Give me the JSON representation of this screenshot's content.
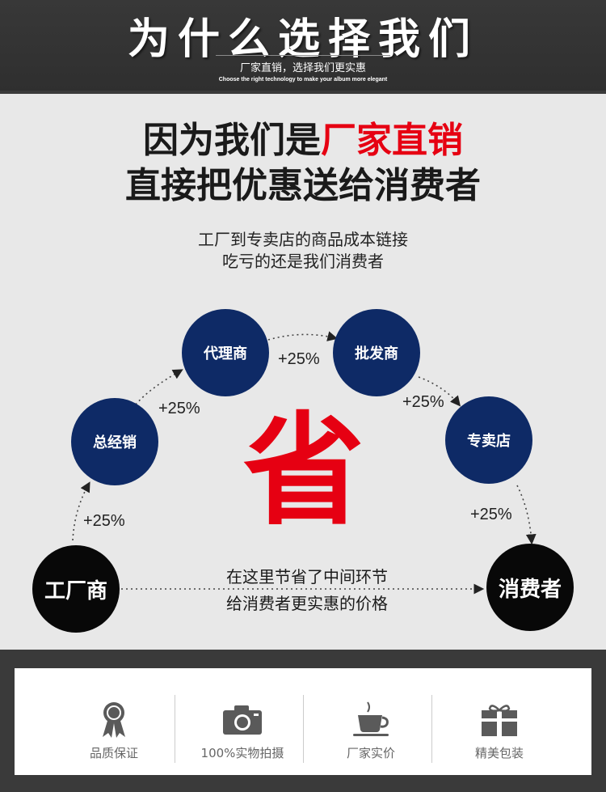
{
  "header": {
    "title": "为什么选择我们",
    "subtitle": "厂家直销，选择我们更实惠",
    "tagline_en": "Choose the right technology to make your album more elegant"
  },
  "headline": {
    "line1_prefix": "因为我们是",
    "line1_highlight": "厂家直销",
    "line2": "直接把优惠送给消费者"
  },
  "intro": {
    "line1": "工厂到专卖店的商品成本链接",
    "line2": "吃亏的还是我们消费者"
  },
  "chain": {
    "factory": "工厂商",
    "distributor": "总经销",
    "agent": "代理商",
    "wholesaler": "批发商",
    "store": "专卖店",
    "consumer": "消费者",
    "markups": [
      "+25%",
      "+25%",
      "+25%",
      "+25%",
      "+25%"
    ]
  },
  "save_char": "省",
  "middle_note": {
    "line1": "在这里节省了中间环节",
    "line2": "给消费者更实惠的价格"
  },
  "features": [
    {
      "label": "品质保证",
      "icon": "award-ribbon-icon"
    },
    {
      "label": "100%实物拍摄",
      "icon": "camera-icon"
    },
    {
      "label": "厂家实价",
      "icon": "coffee-cup-icon"
    },
    {
      "label": "精美包装",
      "icon": "gift-box-icon"
    }
  ],
  "colors": {
    "header_bg": "#333333",
    "accent_red": "#e60012",
    "circle_blue": "#0e2a66",
    "circle_black": "#080808",
    "main_bg": "#e8e8e8"
  }
}
